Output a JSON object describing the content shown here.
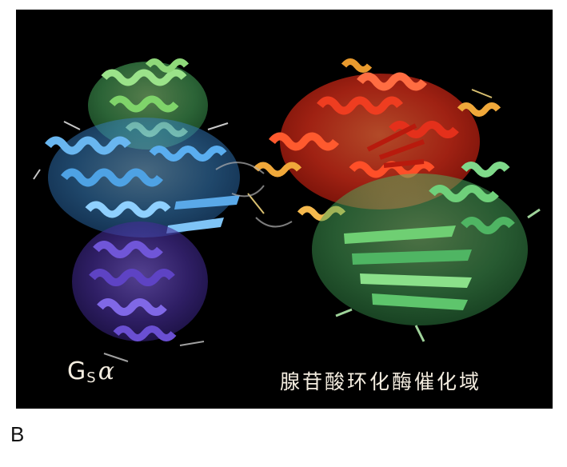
{
  "figure": {
    "panel_label": "B",
    "label_gs_main": "G",
    "label_gs_sub": "S",
    "label_gs_greek": "α",
    "label_domain": "腺苷酸环化酶催化域",
    "colors": {
      "background": "#000000",
      "helix_blue": "#4aa3e0",
      "helix_green": "#8fcf6a",
      "helix_purple": "#5b3fb0",
      "domain_red": "#e8351e",
      "domain_orange": "#f0a83a",
      "sheet_green": "#5fbf6a",
      "label_text": "#f3ecdf"
    }
  }
}
